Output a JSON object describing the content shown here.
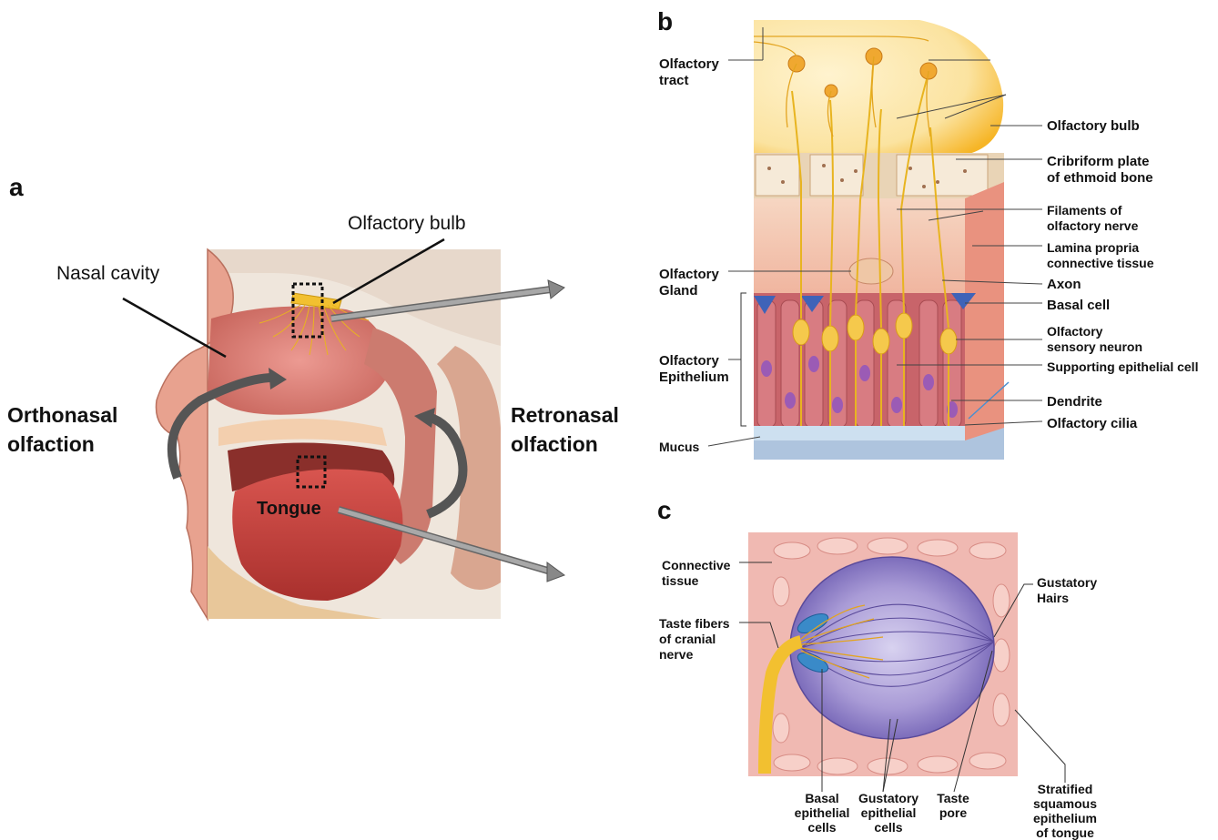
{
  "panels": {
    "a": {
      "letter": "a",
      "labels": {
        "olfactory_bulb": "Olfactory bulb",
        "nasal_cavity": "Nasal cavity",
        "orthonasal_line1": "Orthonasal",
        "orthonasal_line2": "olfaction",
        "retronasal_line1": "Retronasal",
        "retronasal_line2": "olfaction",
        "tongue": "Tongue"
      }
    },
    "b": {
      "letter": "b",
      "labels": {
        "olfactory_tract_1": "Olfactory",
        "olfactory_tract_2": "tract",
        "olfactory_bulb": "Olfactory bulb",
        "cribriform_1": "Cribriform plate",
        "cribriform_2": "of ethmoid bone",
        "filaments_1": "Filaments of",
        "filaments_2": "olfactory nerve",
        "lamina_1": "Lamina propria",
        "lamina_2": "connective tissue",
        "olfactory_gland_1": "Olfactory",
        "olfactory_gland_2": "Gland",
        "axon": "Axon",
        "basal_cell": "Basal cell",
        "osn_1": "Olfactory",
        "osn_2": "sensory neuron",
        "olfactory_epithelium_1": "Olfactory",
        "olfactory_epithelium_2": "Epithelium",
        "supporting_cell": "Supporting epithelial cell",
        "dendrite": "Dendrite",
        "cilia": "Olfactory cilia",
        "mucus": "Mucus"
      }
    },
    "c": {
      "letter": "c",
      "labels": {
        "connective_1": "Connective",
        "connective_2": "tissue",
        "gustatory_hairs_1": "Gustatory",
        "gustatory_hairs_2": "Hairs",
        "taste_fibers_1": "Taste fibers",
        "taste_fibers_2": "of cranial",
        "taste_fibers_3": "nerve",
        "basal_1": "Basal",
        "basal_2": "epithelial",
        "basal_3": "cells",
        "gustatory_cells_1": "Gustatory",
        "gustatory_cells_2": "epithelial",
        "gustatory_cells_3": "cells",
        "taste_pore_1": "Taste",
        "taste_pore_2": "pore",
        "stratified_1": "Stratified",
        "stratified_2": "squamous",
        "stratified_3": "epithelium",
        "stratified_4": "of tongue"
      }
    }
  },
  "colors": {
    "tissue_pink": "#e89a8c",
    "nerve_yellow": "#f2c030",
    "bulb_cream": "#fbe6a6",
    "bone": "#ead6b8",
    "epithelium": "#d8737a",
    "basal_blue": "#3f63b8",
    "taste_bud_purple": "#9a8ccd",
    "arrow_gray": "#8a8a8a"
  }
}
